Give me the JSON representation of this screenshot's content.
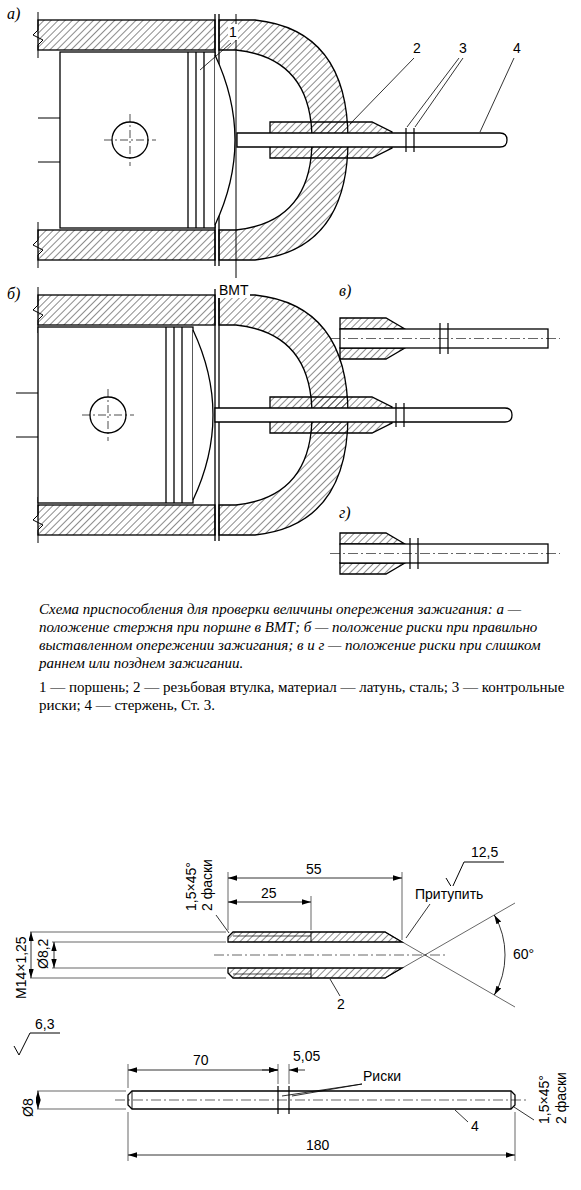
{
  "diagram": {
    "caption": "Схема приспособления для проверки величины опережения зажигания: а — положение стержня при поршне в ВМТ; б — положение риски при правильно выставленном опережении зажигания; в и г — положение риски при слишком раннем или позднем зажигании.",
    "labels": [
      "а)",
      "1",
      "2",
      "3",
      "4",
      "ВМТ",
      "в)",
      "б)",
      "г)",
      "1 — поршень; 2 — резьбовая втулка, материал — латунь, сталь; 3 — контрольные риски; 4 — стержень, Ст. 3.",
      "1,5×45°",
      "2 фаски",
      "55",
      "25",
      "12,5",
      "Притупить",
      "M14×1,25",
      "Ø8,2",
      "60°",
      "2",
      "6,3",
      "70",
      "5,05",
      "Риски",
      "1,5×45°",
      "2 фаски",
      "4",
      "Ø8",
      "180"
    ]
  }
}
